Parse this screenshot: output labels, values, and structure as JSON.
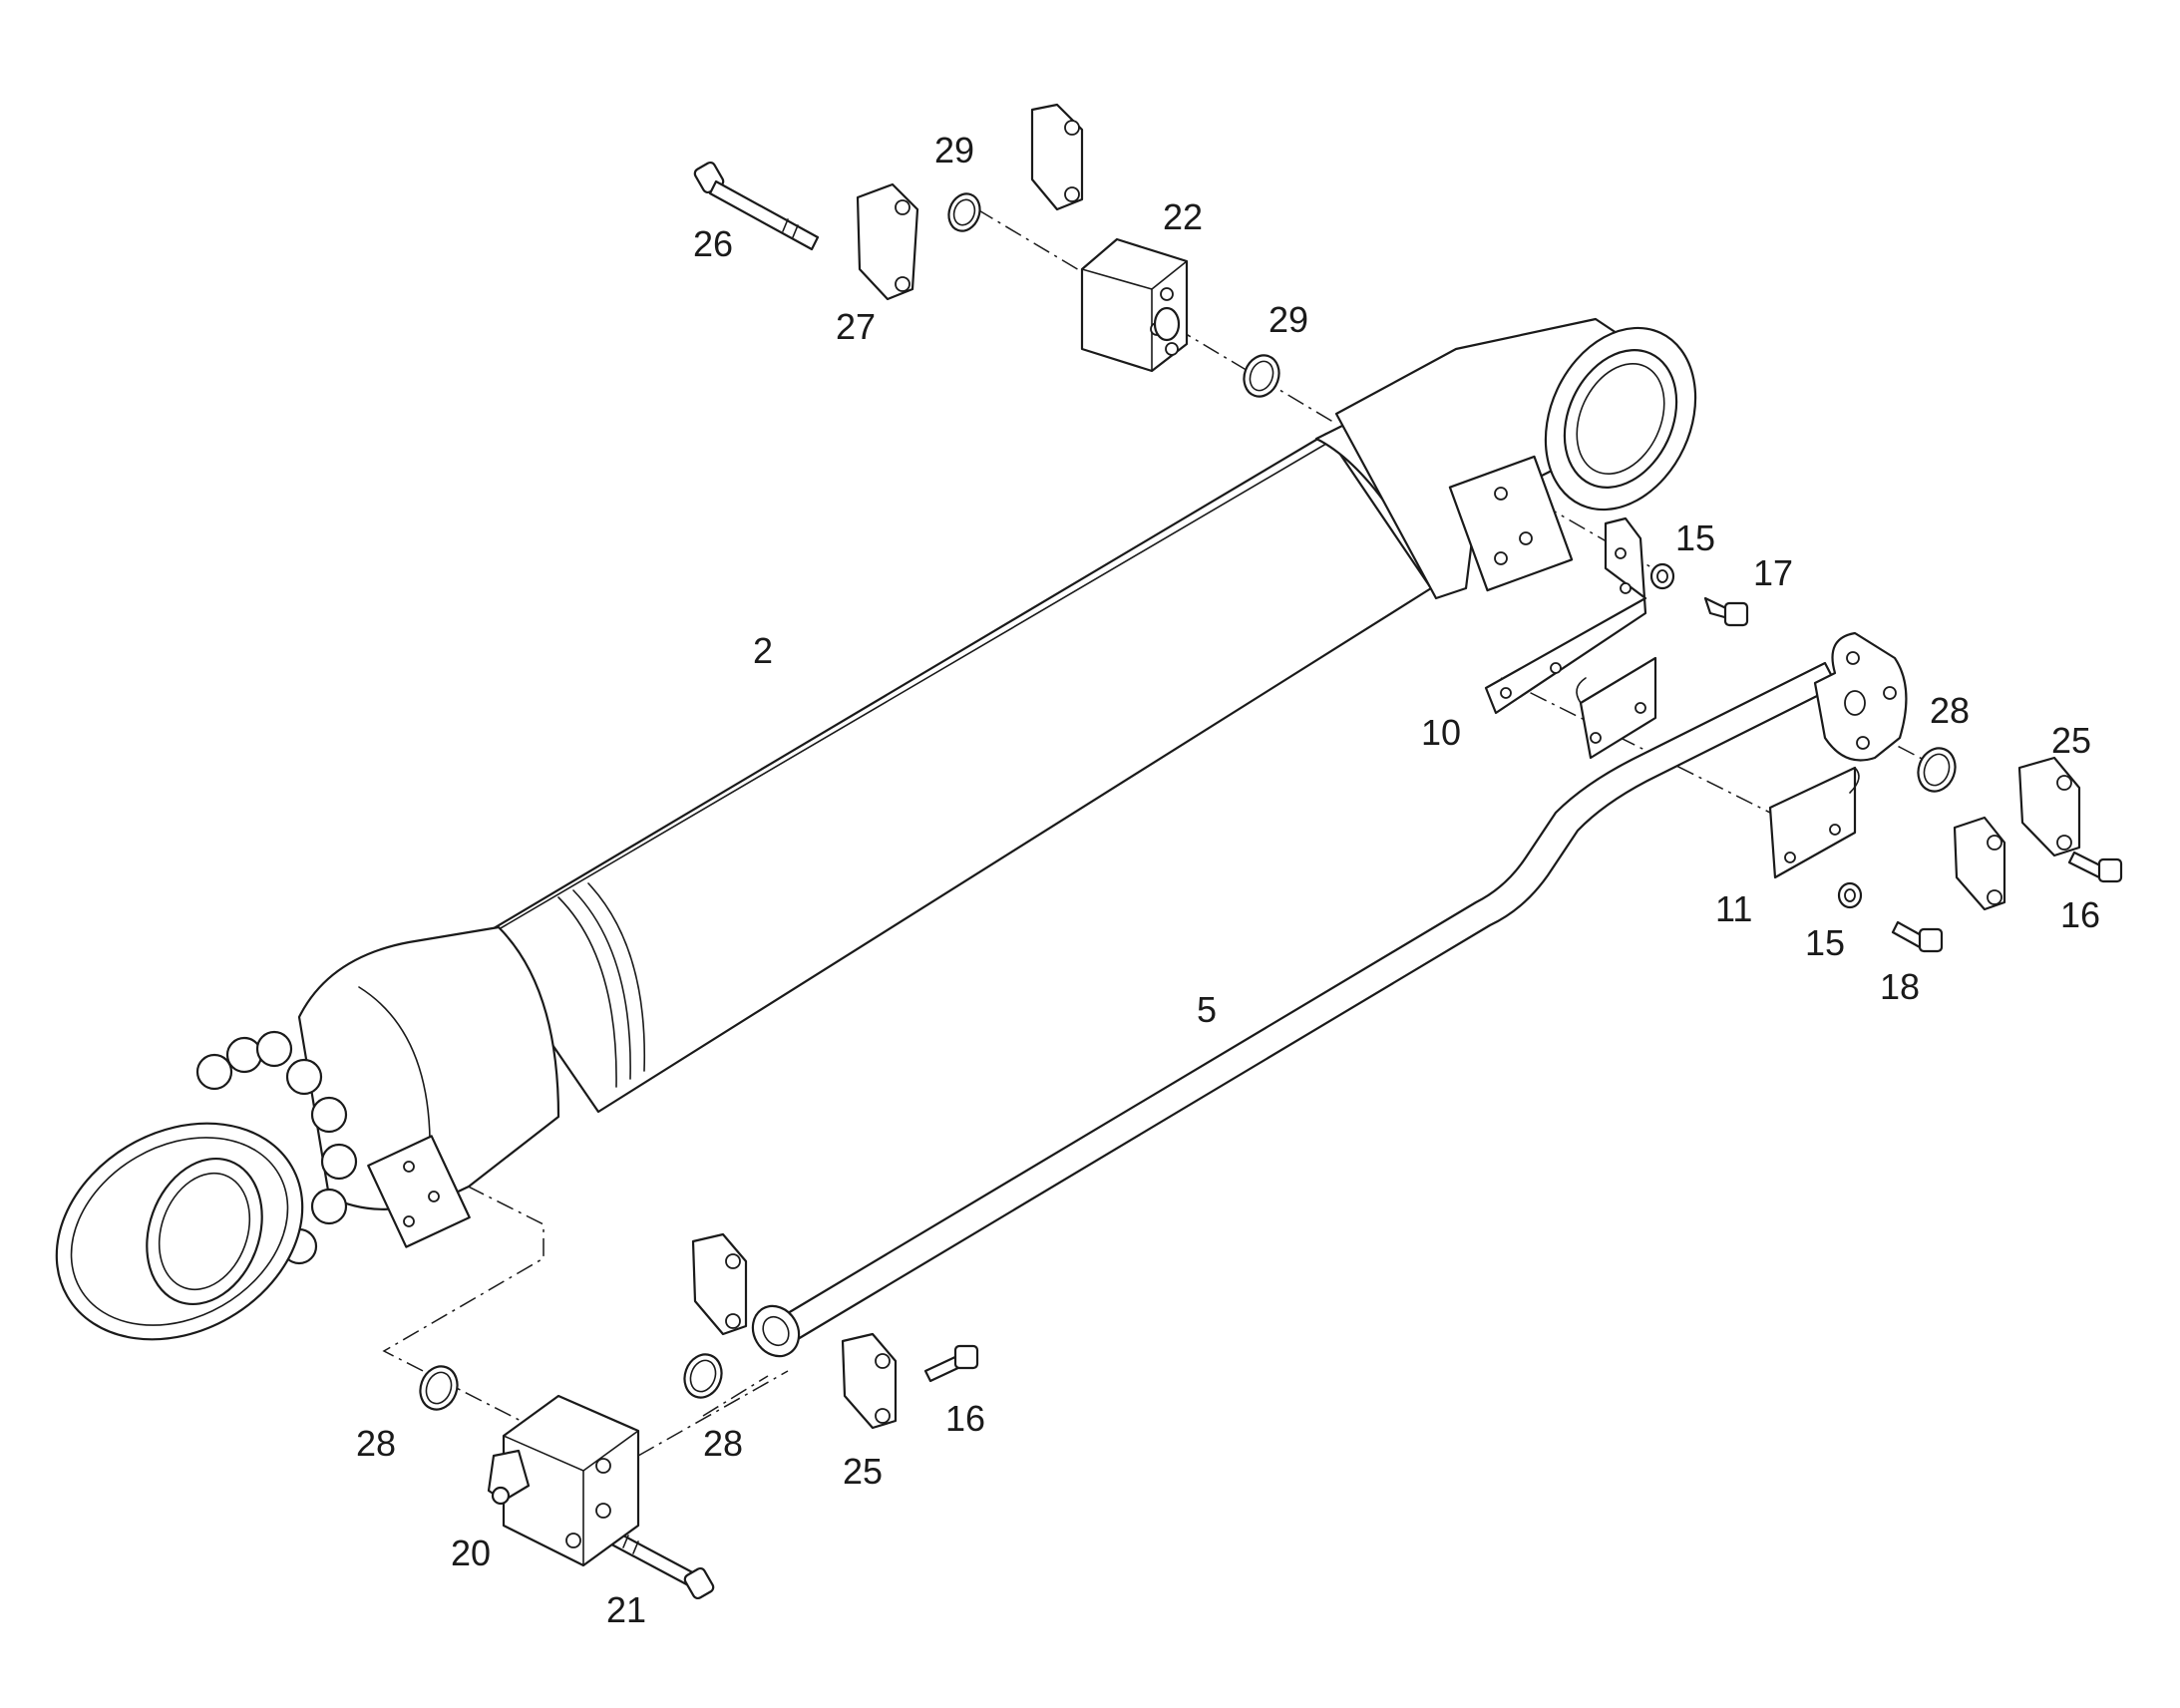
{
  "callouts": {
    "c2": "2",
    "c5": "5",
    "c10": "10",
    "c11": "11",
    "c15a": "15",
    "c15b": "15",
    "c16a": "16",
    "c16b": "16",
    "c17": "17",
    "c18": "18",
    "c20": "20",
    "c21": "21",
    "c22": "22",
    "c25a": "25",
    "c25b": "25",
    "c26": "26",
    "c27": "27",
    "c28a": "28",
    "c28b": "28",
    "c28c": "28",
    "c29a": "29",
    "c29b": "29"
  }
}
